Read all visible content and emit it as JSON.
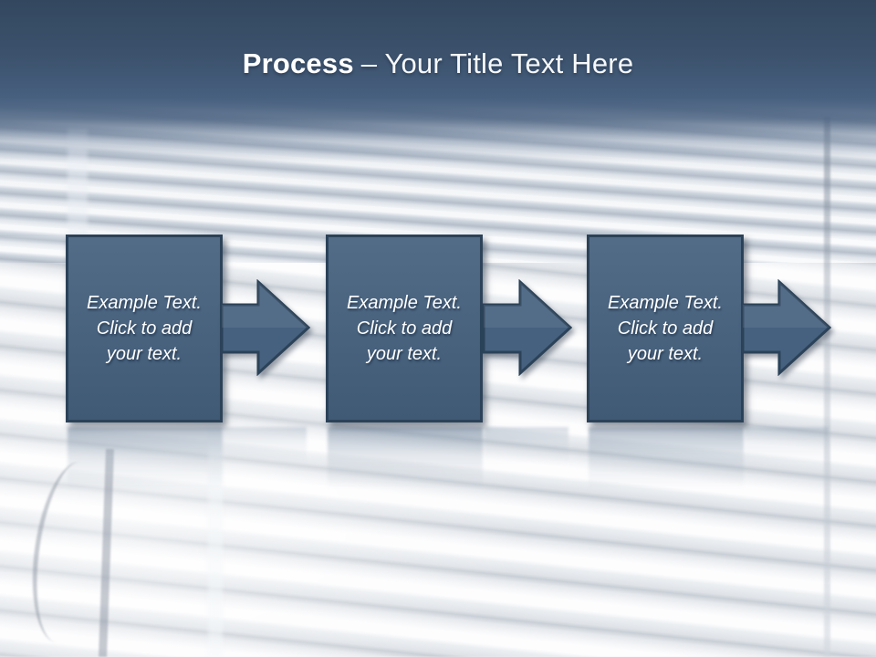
{
  "header": {
    "title_bold": "Process",
    "title_rest": "– Your Title Text Here"
  },
  "steps": [
    {
      "lines": [
        "Example Text.",
        "Click to add",
        "your text."
      ]
    },
    {
      "lines": [
        "Example Text.",
        "Click to add",
        "your text."
      ]
    },
    {
      "lines": [
        "Example Text.",
        "Click to add",
        "your text."
      ]
    }
  ],
  "icons": {
    "flow_arrow": "right-block-arrow"
  },
  "colors": {
    "header_top": "#33485f",
    "header_bottom": "#47607f",
    "shape_fill": "#45617f",
    "shape_border": "#2b4258",
    "text": "#ffffff"
  }
}
